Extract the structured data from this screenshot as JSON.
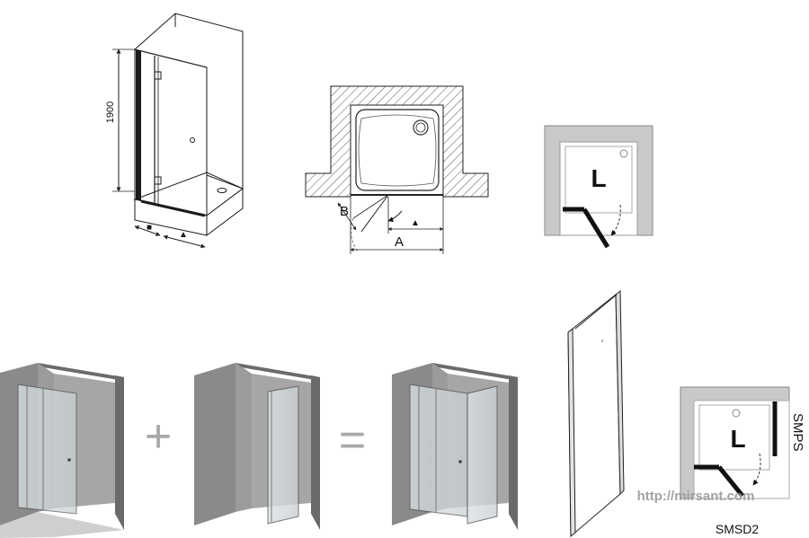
{
  "cabin_3d": {
    "height_label": "1900",
    "left_symbol": "■",
    "right_symbol": "▲"
  },
  "plan_view": {
    "label_a": "A",
    "label_b": "B",
    "symbol": "▲"
  },
  "door_left_schematic": {
    "letter": "L"
  },
  "combination": {
    "plus": "+",
    "equals": "="
  },
  "side_panel_schematic": {
    "letter": "L",
    "side_code": "SMPS",
    "door_code": "SMSD2",
    "watermark": "http://mirsant.com"
  },
  "colors": {
    "line": "#1a1a1a",
    "wall_gray": "#6e6e6e",
    "wall_light": "#a9a9a9",
    "hatch_fill": "#ffffff",
    "schematic_frame": "#c9c9c9",
    "operator_gray": "#b5b5b5"
  }
}
